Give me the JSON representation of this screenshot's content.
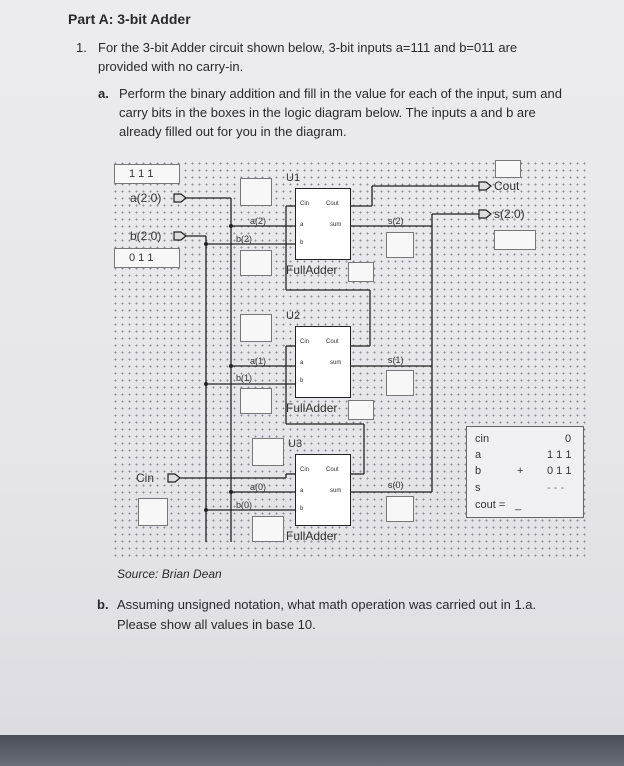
{
  "heading": "Part A: 3-bit Adder",
  "q1": {
    "number": "1.",
    "line1": "For the 3-bit Adder circuit shown below, 3-bit inputs a=111 and b=011 are",
    "line2": "provided with no carry-in."
  },
  "qa": {
    "label": "a.",
    "line1": "Perform the binary addition and fill in the value for each of the input, sum and",
    "line2": "carry bits in the boxes in the logic diagram below. The inputs a and b are",
    "line3": "already filled out for you in the diagram."
  },
  "diagram": {
    "input_a_value": "1 1 1",
    "input_a_label": "a(2:0)",
    "input_b_label": "b(2:0)",
    "input_b_value": "0 1 1",
    "cin_label": "Cin",
    "cout_label": "Cout",
    "s_label": "s(2:0)",
    "adders": [
      {
        "name": "U1",
        "type": "FullAdder",
        "a": "a(2)",
        "b": "b(2)",
        "s": "s(2)"
      },
      {
        "name": "U2",
        "type": "FullAdder",
        "a": "a(1)",
        "b": "b(1)",
        "s": "s(1)"
      },
      {
        "name": "U3",
        "type": "FullAdder",
        "a": "a(0)",
        "b": "b(0)",
        "s": "s(0)"
      }
    ],
    "pins": {
      "cin": "Cin",
      "cout": "Cout",
      "a": "a",
      "b": "b",
      "sum": "sum"
    }
  },
  "calc_table": {
    "cin_label": "cin",
    "cin_value": "0",
    "a_label": "a",
    "a_value": "1 1 1",
    "b_label": "b",
    "plus": "+",
    "b_value": "0 1 1",
    "s_label": "s",
    "dashes": "- - -",
    "cout_label": "cout =",
    "cout_blank": "_"
  },
  "source": "Source: Brian Dean",
  "qb": {
    "label": "b.",
    "line1": "Assuming unsigned notation, what math operation was carried out in 1.a.",
    "line2": "Please show all values in base 10."
  }
}
